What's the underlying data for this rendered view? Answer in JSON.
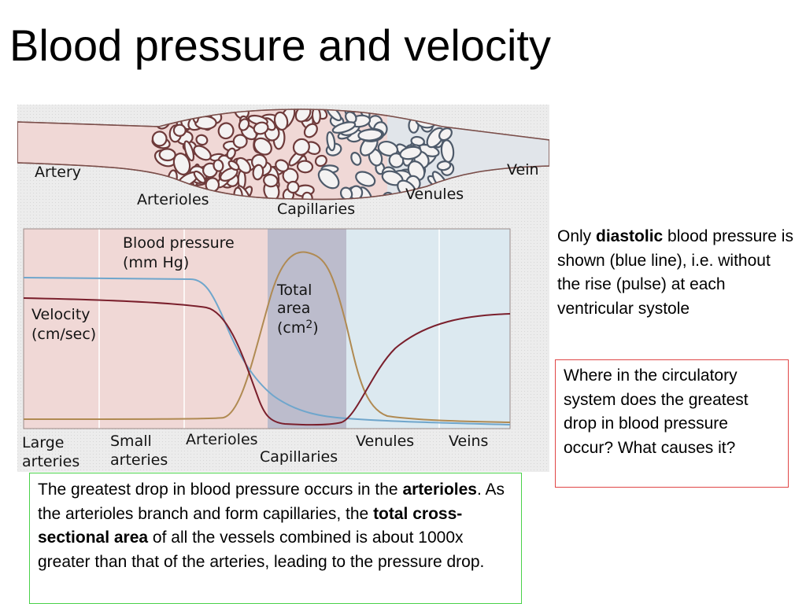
{
  "slide": {
    "title": "Blood pressure and velocity"
  },
  "figure": {
    "vessel_labels": {
      "artery": "Artery",
      "arterioles": "Arterioles",
      "capillaries": "Capillaries",
      "venules": "Venules",
      "vein": "Vein"
    },
    "graph_labels": {
      "blood_pressure_line1": "Blood pressure",
      "blood_pressure_line2": "(mm Hg)",
      "velocity_line1": "Velocity",
      "velocity_line2": "(cm/sec)",
      "total_area_line1": "Total",
      "total_area_line2": "area",
      "total_area_line3_prefix": "(cm",
      "total_area_line3_sup": "2",
      "total_area_line3_suffix": ")"
    },
    "x_categories": {
      "large_arteries_line1": "Large",
      "large_arteries_line2": "arteries",
      "small_arteries_line1": "Small",
      "small_arteries_line2": "arteries",
      "arterioles": "Arterioles",
      "capillaries": "Capillaries",
      "venules": "Venules",
      "veins": "Veins"
    },
    "colors": {
      "blood_pressure_line": "#6fa6cc",
      "velocity_line": "#7a1f2c",
      "total_area_line": "#b08a52",
      "arterial_zone": "#f0d8d6",
      "capillary_zone": "#bcbccc",
      "venous_zone": "#dce9f0",
      "vessel_wall": "#8c5a55"
    }
  },
  "note": {
    "pre": "Only ",
    "bold": "diastolic",
    "post": " blood pressure is shown (blue line), i.e. without the rise (pulse) at each ventricular systole"
  },
  "question": {
    "text": "Where in the circulatory system does the greatest drop in blood pressure occur? What causes it?"
  },
  "answer": {
    "part1": "The greatest drop in blood pressure occurs in the ",
    "bold1": "arterioles",
    "part2": ". As the arterioles branch and form capillaries, the ",
    "bold2": "total cross-sectional area",
    "part3": " of all the vessels combined is about 1000x greater than that of the arteries, leading to the pressure drop."
  }
}
